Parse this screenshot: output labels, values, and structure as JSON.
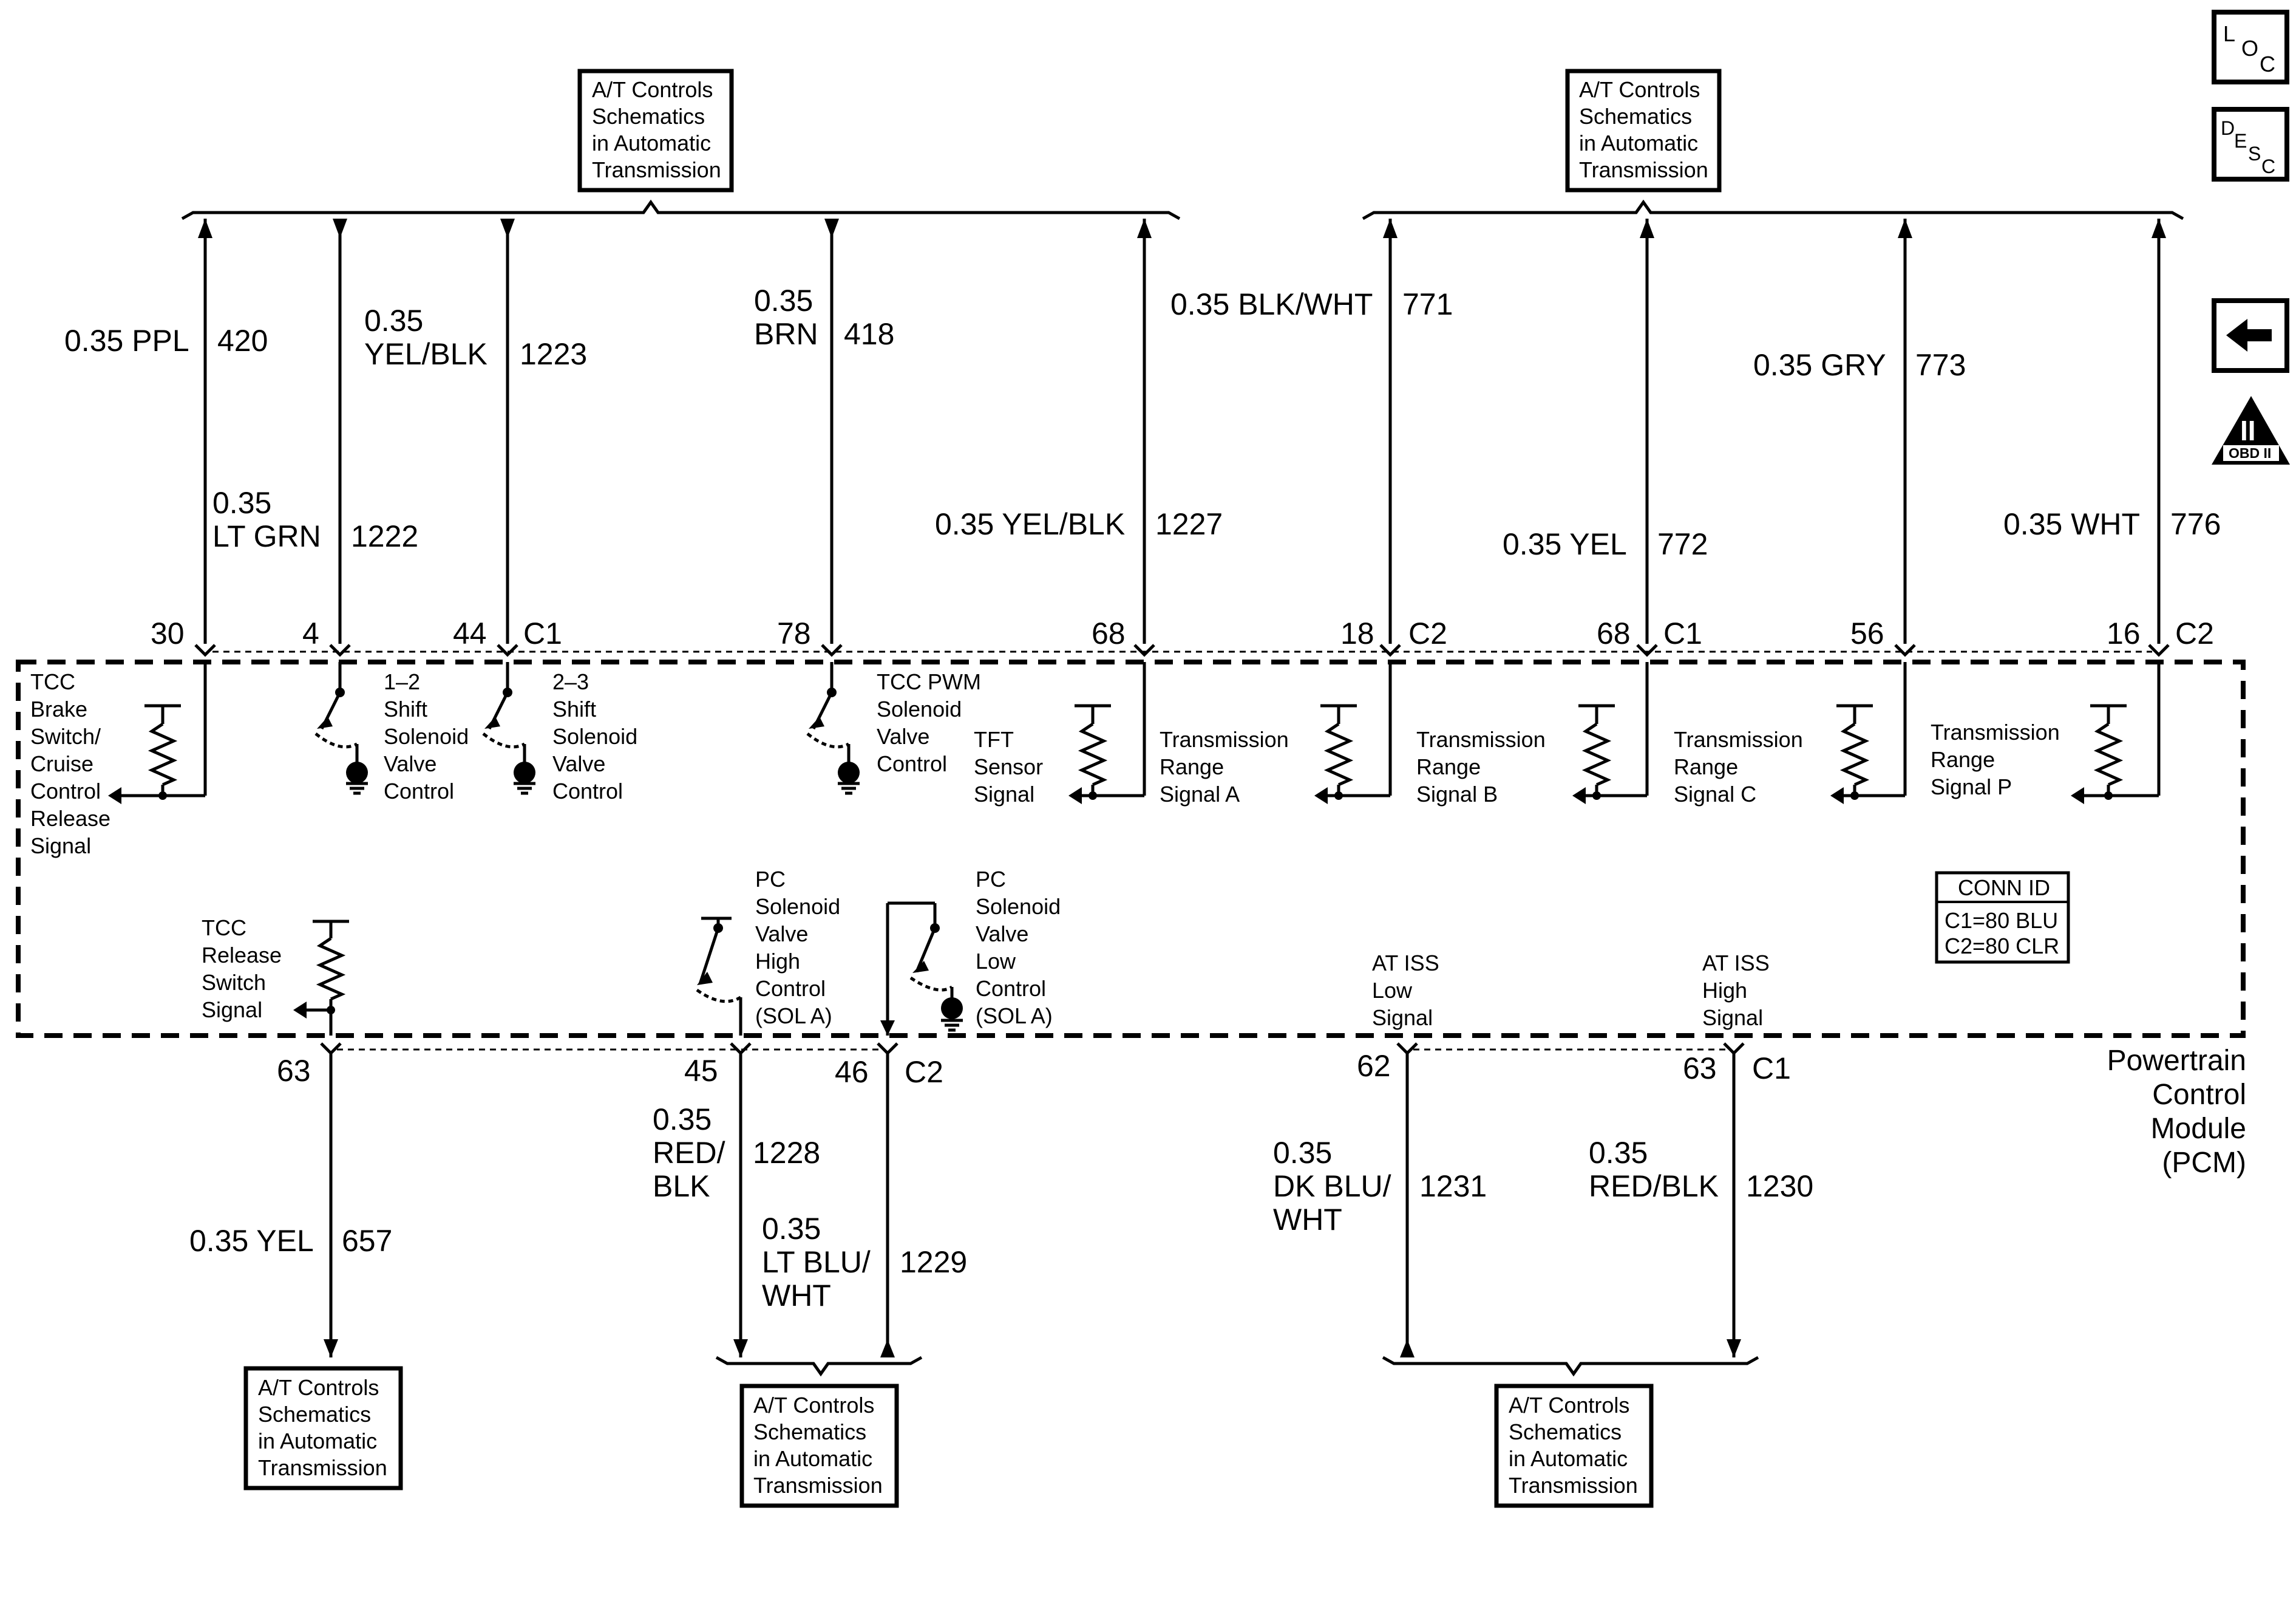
{
  "ref_box_lines": [
    "A/T Controls",
    "Schematics",
    "in Automatic",
    "Transmission"
  ],
  "top_wires": [
    {
      "size": "0.35 PPL",
      "circuit": "420",
      "pin": "30"
    },
    {
      "size_lines": [
        "0.35",
        "LT GRN"
      ],
      "circuit": "1222",
      "pin": "4"
    },
    {
      "size_lines": [
        "0.35",
        "YEL/BLK"
      ],
      "circuit": "1223",
      "pin": "44",
      "connector": "C1"
    },
    {
      "size_lines": [
        "0.35",
        "BRN"
      ],
      "circuit": "418",
      "pin": "78"
    },
    {
      "size": "0.35 YEL/BLK",
      "circuit": "1227",
      "pin": "68"
    },
    {
      "size": "0.35 BLK/WHT",
      "circuit": "771",
      "pin": "18",
      "connector": "C2"
    },
    {
      "size": "0.35 YEL",
      "circuit": "772",
      "pin": "68",
      "connector": "C1"
    },
    {
      "size": "0.35 GRY",
      "circuit": "773",
      "pin": "56"
    },
    {
      "size": "0.35 WHT",
      "circuit": "776",
      "pin": "16",
      "connector": "C2"
    }
  ],
  "bottom_wires": [
    {
      "size": "0.35 YEL",
      "circuit": "657",
      "pin": "63"
    },
    {
      "size_lines": [
        "0.35",
        "RED/",
        "BLK"
      ],
      "circuit": "1228",
      "pin": "45"
    },
    {
      "size_lines": [
        "0.35",
        "LT BLU/",
        "WHT"
      ],
      "circuit": "1229",
      "pin": "46",
      "connector": "C2"
    },
    {
      "size_lines": [
        "0.35",
        "DK BLU/",
        "WHT"
      ],
      "circuit": "1231",
      "pin": "62"
    },
    {
      "size_lines": [
        "0.35",
        "RED/BLK"
      ],
      "circuit": "1230",
      "pin": "63",
      "connector": "C1"
    }
  ],
  "components": {
    "tcc_brake": [
      "TCC",
      "Brake",
      "Switch/",
      "Cruise",
      "Control",
      "Release",
      "Signal"
    ],
    "shift_12": [
      "1–2",
      "Shift",
      "Solenoid",
      "Valve",
      "Control"
    ],
    "shift_23": [
      "2–3",
      "Shift",
      "Solenoid",
      "Valve",
      "Control"
    ],
    "tcc_pwm": [
      "TCC PWM",
      "Solenoid",
      "Valve",
      "Control"
    ],
    "tft": [
      "TFT",
      "Sensor",
      "Signal"
    ],
    "range_a": [
      "Transmission",
      "Range",
      "Signal A"
    ],
    "range_b": [
      "Transmission",
      "Range",
      "Signal B"
    ],
    "range_c": [
      "Transmission",
      "Range",
      "Signal C"
    ],
    "range_p": [
      "Transmission",
      "Range",
      "Signal P"
    ],
    "tcc_release": [
      "TCC",
      "Release",
      "Switch",
      "Signal"
    ],
    "pc_high": [
      "PC",
      "Solenoid",
      "Valve",
      "High",
      "Control",
      "(SOL A)"
    ],
    "pc_low": [
      "PC",
      "Solenoid",
      "Valve",
      "Low",
      "Control",
      "(SOL A)"
    ],
    "at_iss_low": [
      "AT ISS",
      "Low",
      "Signal"
    ],
    "at_iss_high": [
      "AT ISS",
      "High",
      "Signal"
    ]
  },
  "conn_id": {
    "title": "CONN ID",
    "lines": [
      "C1=80 BLU",
      "C2=80 CLR"
    ]
  },
  "pcm_label": [
    "Powertrain",
    "Control",
    "Module",
    "(PCM)"
  ],
  "nav": {
    "loc": [
      "L",
      "O",
      "C"
    ],
    "desc": [
      "D",
      "E",
      "S",
      "C"
    ],
    "obd": [
      "II",
      "OBD II"
    ]
  },
  "colors": {
    "line": "#000000",
    "background": "#ffffff"
  }
}
